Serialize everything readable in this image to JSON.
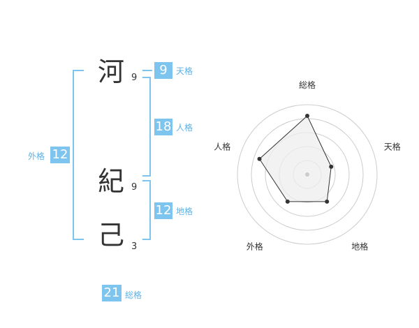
{
  "name": {
    "chars": [
      {
        "char": "河",
        "strokes": "9"
      },
      {
        "char": "紀",
        "strokes": "9"
      },
      {
        "char": "己",
        "strokes": "3"
      }
    ]
  },
  "fortune": {
    "tenkaku": {
      "value": "9",
      "label": "天格"
    },
    "jinkaku": {
      "value": "18",
      "label": "人格"
    },
    "chikaku": {
      "value": "12",
      "label": "地格"
    },
    "gaikaku": {
      "value": "12",
      "label": "外格"
    },
    "soukaku": {
      "value": "21",
      "label": "総格"
    }
  },
  "chart_data": {
    "type": "radar",
    "axes": [
      "総格",
      "天格",
      "地格",
      "外格",
      "人格"
    ],
    "values": [
      21,
      9,
      12,
      12,
      18
    ],
    "rings": 5,
    "colors": {
      "ring": "#cccccc",
      "fill": "#eeeeee",
      "line": "#333333",
      "center": "#cccccc"
    }
  }
}
